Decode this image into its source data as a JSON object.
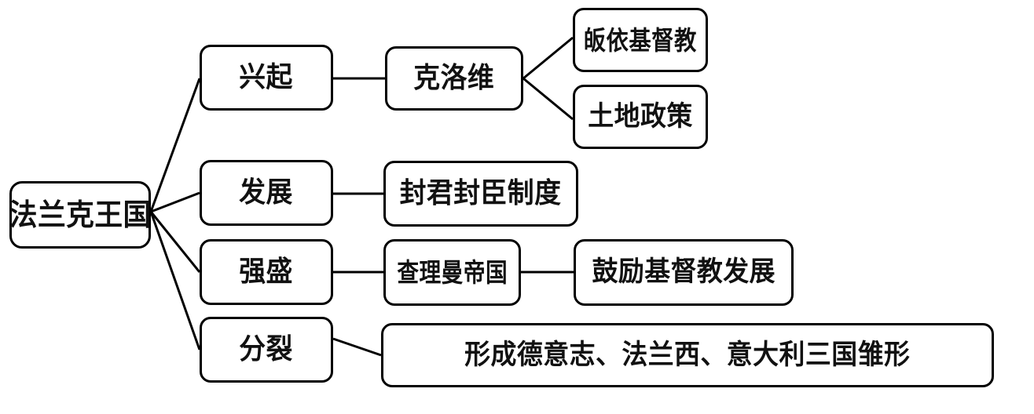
{
  "diagram": {
    "type": "mindmap-tree",
    "title_text": "法兰克王国",
    "line_color": "#000000",
    "box_border_color": "#000000",
    "box_fill_color": "#ffffff",
    "background_color": "#ffffff",
    "root": {
      "label": "法兰克王国"
    },
    "branches": [
      {
        "label": "兴起",
        "children": [
          {
            "label": "克洛维",
            "children": [
              {
                "label": "皈依基督教"
              },
              {
                "label": "土地政策"
              }
            ]
          }
        ]
      },
      {
        "label": "发展",
        "children": [
          {
            "label": "封君封臣制度"
          }
        ]
      },
      {
        "label": "强盛",
        "children": [
          {
            "label": "查理曼帝国",
            "children": [
              {
                "label": "鼓励基督教发展"
              }
            ]
          }
        ]
      },
      {
        "label": "分裂",
        "children": [
          {
            "label": "形成德意志、法兰西、意大利三国雏形"
          }
        ]
      }
    ]
  }
}
